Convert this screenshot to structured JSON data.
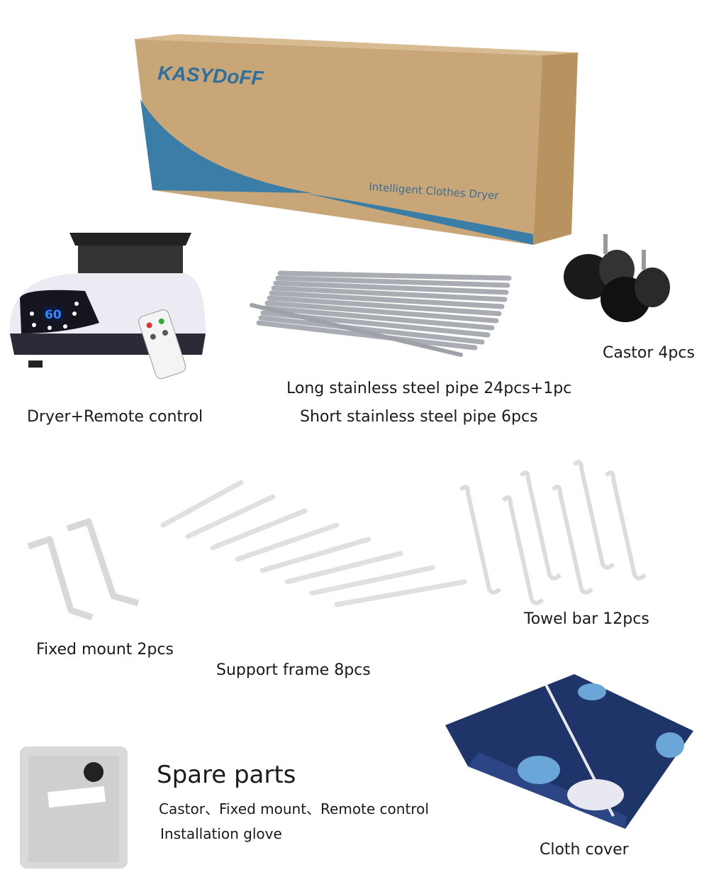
{
  "box": {
    "brand": "KASYDoFF",
    "product": "Intelligent Clothes Dryer"
  },
  "dryer": {
    "display": "60",
    "label": "Dryer+Remote control"
  },
  "pipes": {
    "long_label": "Long stainless steel pipe 24pcs+1pc",
    "short_label": "Short stainless steel pipe 6pcs"
  },
  "castor": {
    "label": "Castor 4pcs"
  },
  "fixed_mount": {
    "label": "Fixed mount 2pcs"
  },
  "support_frame": {
    "label": "Support frame 8pcs"
  },
  "towel_bar": {
    "label": "Towel bar 12pcs"
  },
  "spare_parts": {
    "title": "Spare parts",
    "line1": "Castor、Fixed mount、Remote control",
    "line2": "Installation glove"
  },
  "cloth_cover": {
    "label": "Cloth cover"
  },
  "colors": {
    "box": "#c9a678",
    "box_blue": "#3a7ea8",
    "cover": "#1f3468",
    "display": "#2a6cf0"
  }
}
